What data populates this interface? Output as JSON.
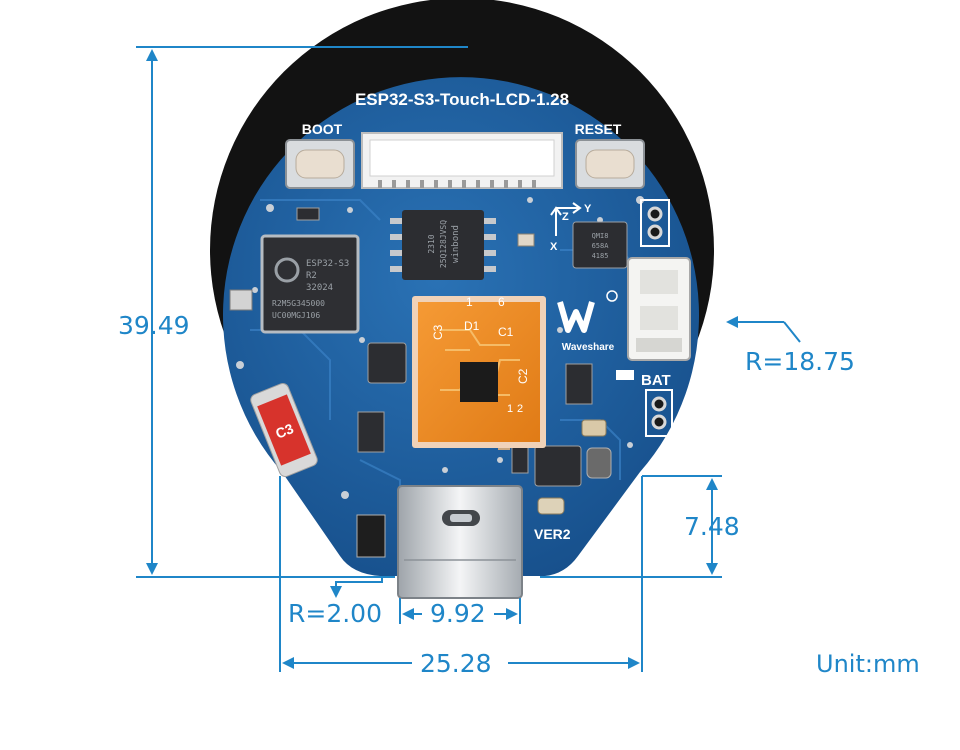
{
  "board": {
    "model": "ESP32-S3-Touch-LCD-1.28",
    "labels": {
      "boot": "BOOT",
      "reset": "RESET",
      "bat": "BAT",
      "ver": "VER2",
      "brand": "Waveshare",
      "c3_tag": "C3",
      "axis_z": "Z",
      "axis_y": "Y",
      "axis_x": "X"
    },
    "esp_chip": [
      "ESP32-S3",
      "R2",
      "32024",
      "R2M5G345000",
      "UC00MGJ106"
    ],
    "flash_chip": [
      "winbond",
      "25Q128JVSQ",
      "2310"
    ],
    "imu_chip": [
      "QMI8",
      "658A",
      "4185"
    ],
    "fpc_labels": {
      "c3": "C3",
      "d1": "D1",
      "c1": "C1",
      "c2": "C2",
      "one": "1",
      "six": "6",
      "one2": "1",
      "two": "2"
    }
  },
  "dimensions": {
    "height": "39.49",
    "radius": "R=18.75",
    "tail_height": "7.48",
    "corner_radius": "R=2.00",
    "usb_width": "9.92",
    "total_width": "25.28",
    "unit": "Unit:mm"
  },
  "colors": {
    "dimension": "#1f86c8",
    "pcb": "#1f5f9e",
    "fpc": "#f08a24",
    "bezel": "#1a1a1a",
    "silkscreen": "#ffffff"
  }
}
